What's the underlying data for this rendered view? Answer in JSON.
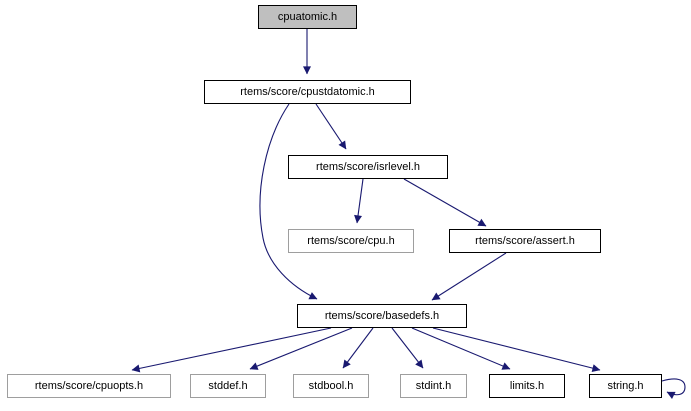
{
  "diagram": {
    "title_node": "cpuatomic.h",
    "background": "#ffffff",
    "edge_color": "#191970",
    "node_fill": "#ffffff",
    "main_fill": "#bfbfbf",
    "border_black": "#000000",
    "border_gray": "#9e9e9e",
    "nodes": [
      {
        "id": "cpuatomic",
        "label": "cpuatomic.h",
        "type": "main"
      },
      {
        "id": "cpustdatomic",
        "label": "rtems/score/cpustdatomic.h",
        "type": "linked"
      },
      {
        "id": "isrlevel",
        "label": "rtems/score/isrlevel.h",
        "type": "linked"
      },
      {
        "id": "cpu",
        "label": "rtems/score/cpu.h",
        "type": "plain"
      },
      {
        "id": "assert",
        "label": "rtems/score/assert.h",
        "type": "linked"
      },
      {
        "id": "basedefs",
        "label": "rtems/score/basedefs.h",
        "type": "linked"
      },
      {
        "id": "cpuopts",
        "label": "rtems/score/cpuopts.h",
        "type": "plain"
      },
      {
        "id": "stddef",
        "label": "stddef.h",
        "type": "plain"
      },
      {
        "id": "stdbool",
        "label": "stdbool.h",
        "type": "plain"
      },
      {
        "id": "stdint",
        "label": "stdint.h",
        "type": "plain"
      },
      {
        "id": "limits",
        "label": "limits.h",
        "type": "linked"
      },
      {
        "id": "string",
        "label": "string.h",
        "type": "linked"
      }
    ],
    "edges": [
      {
        "from": "cpuatomic",
        "to": "cpustdatomic"
      },
      {
        "from": "cpustdatomic",
        "to": "isrlevel"
      },
      {
        "from": "cpustdatomic",
        "to": "basedefs"
      },
      {
        "from": "isrlevel",
        "to": "cpu"
      },
      {
        "from": "isrlevel",
        "to": "assert"
      },
      {
        "from": "assert",
        "to": "basedefs"
      },
      {
        "from": "basedefs",
        "to": "cpuopts"
      },
      {
        "from": "basedefs",
        "to": "stddef"
      },
      {
        "from": "basedefs",
        "to": "stdbool"
      },
      {
        "from": "basedefs",
        "to": "stdint"
      },
      {
        "from": "basedefs",
        "to": "limits"
      },
      {
        "from": "basedefs",
        "to": "string"
      },
      {
        "from": "string",
        "to": "string"
      }
    ]
  }
}
